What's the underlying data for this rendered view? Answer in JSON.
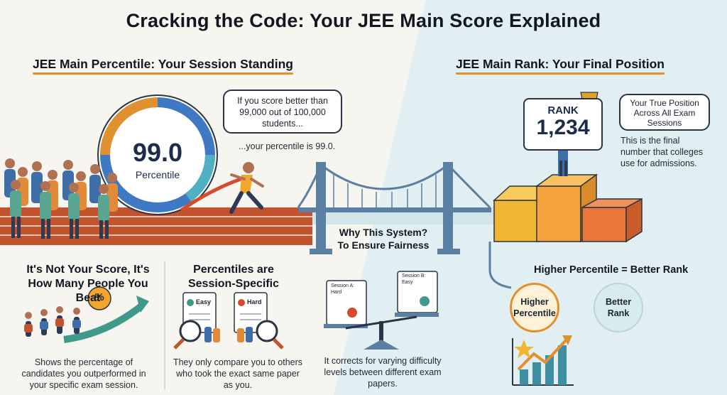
{
  "title": "Cracking the Code: Your JEE Main Score Explained",
  "percentile_section": {
    "heading": "JEE Main Percentile: Your Session Standing",
    "gauge_value": "99.0",
    "gauge_label": "Percentile",
    "bubble_text": "If you score better than 99,000 out of 100,000 students...",
    "result_text": "...your percentile is 99.0."
  },
  "rank_section": {
    "heading": "JEE Main Rank: Your Final Position",
    "rank_label": "RANK",
    "rank_value": "1,234",
    "bubble_text": "Your True Position Across All Exam Sessions",
    "note": "This is the final number that colleges use for admissions."
  },
  "fairness": {
    "heading": "Why This System? To Ensure Fairness",
    "paper_a": "Session A: Hard",
    "paper_b": "Session B: Easy",
    "caption": "It corrects for varying difficulty levels between different exam papers."
  },
  "beat_panel": {
    "heading": "It's Not Your Score, It's How Many People You Beat",
    "badge": "%",
    "caption": "Shows the percentage of candidates you outperformed in your specific exam session."
  },
  "session_panel": {
    "heading": "Percentiles are Session-Specific",
    "easy_label": "Easy",
    "hard_label": "Hard",
    "caption": "They only compare you to others who took the exact same paper as you."
  },
  "relation": {
    "heading": "Higher Percentile = Better Rank",
    "left_circle": "Higher Percentile",
    "right_circle": "Better Rank"
  },
  "colors": {
    "accent_orange": "#e0902c",
    "track_red": "#c2532f",
    "bridge_blue": "#5a7fa3",
    "teal_bg": "#dcecef",
    "podium_gold": "#f2b531",
    "podium_orange": "#e9763b",
    "chart_teal": "#3f8fa3"
  }
}
